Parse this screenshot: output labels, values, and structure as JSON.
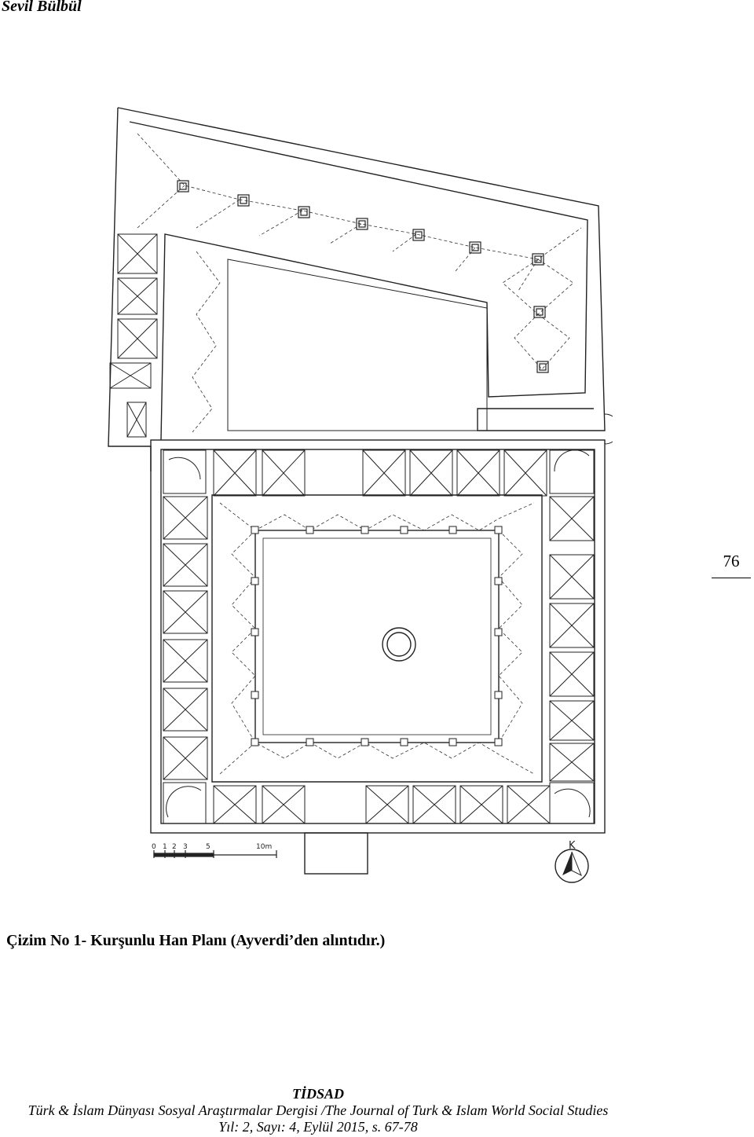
{
  "header": {
    "author": "Sevil Bülbül"
  },
  "page_number": "76",
  "figure": {
    "scale_ticks": [
      "0",
      "1",
      "2",
      "3",
      "5",
      "10m"
    ],
    "north_label": "K"
  },
  "caption": "Çizim No 1- Kurşunlu Han Planı (Ayverdi’den alıntıdır.)",
  "footer": {
    "abbr": "TİDSAD",
    "journal": "Türk & İslam Dünyası Sosyal Araştırmalar Dergisi /The Journal of Turk & Islam World Social Studies",
    "issue": "Yıl: 2, Sayı: 4, Eylül 2015, s. 67-78"
  }
}
